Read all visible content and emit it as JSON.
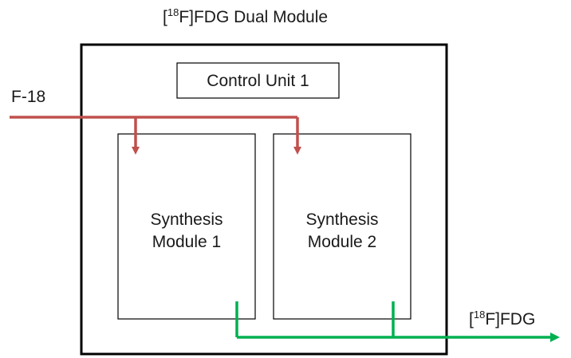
{
  "title": {
    "bracket_open": "[",
    "isotope_mass": "18",
    "rest": "F]FDG Dual Module"
  },
  "control_unit": {
    "label": "Control Unit 1"
  },
  "input": {
    "label": "F-18"
  },
  "modules": [
    {
      "line1": "Synthesis",
      "line2": "Module 1"
    },
    {
      "line1": "Synthesis",
      "line2": "Module 2"
    }
  ],
  "output": {
    "bracket_open": "[",
    "isotope_mass": "18",
    "rest": "F]FDG"
  },
  "colors": {
    "input_line": "#c0504d",
    "output_line": "#00b050",
    "outline": "#000000"
  }
}
